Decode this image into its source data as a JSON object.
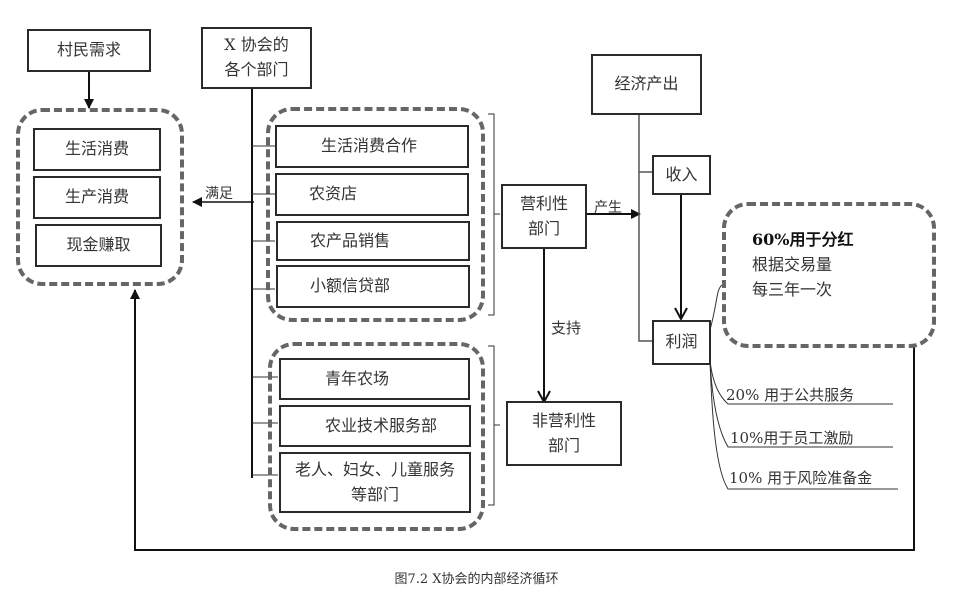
{
  "diagram": {
    "villager_demand": {
      "title": "村民需求",
      "items": [
        "生活消费",
        "生产消费",
        "现金赚取"
      ]
    },
    "association": {
      "title_line1": "X 协会的",
      "title_line2": "各个部门"
    },
    "satisfy_label": "满足",
    "profit_departments": {
      "items": [
        "生活消费合作",
        "农资店",
        "农产品销售",
        "小额信贷部"
      ],
      "summary_line1": "营利性",
      "summary_line2": "部门"
    },
    "nonprofit_departments": {
      "items": [
        "青年农场",
        "农业技术服务部",
        "老人、妇女、儿童服务",
        "等部门"
      ],
      "summary_line1": "非营利性",
      "summary_line2": "部门"
    },
    "produce_label": "产生",
    "support_label": "支持",
    "economic_output": "经济产出",
    "income": "收入",
    "profit": "利润",
    "dividend": {
      "line1": "60%用于分红",
      "line2": "根据交易量",
      "line3": "每三年一次"
    },
    "allocations": [
      "20%  用于公共服务",
      "10%用于员工激励",
      "10%  用于风险准备金"
    ],
    "caption": "图7.2    X协会的内部经济循环"
  }
}
